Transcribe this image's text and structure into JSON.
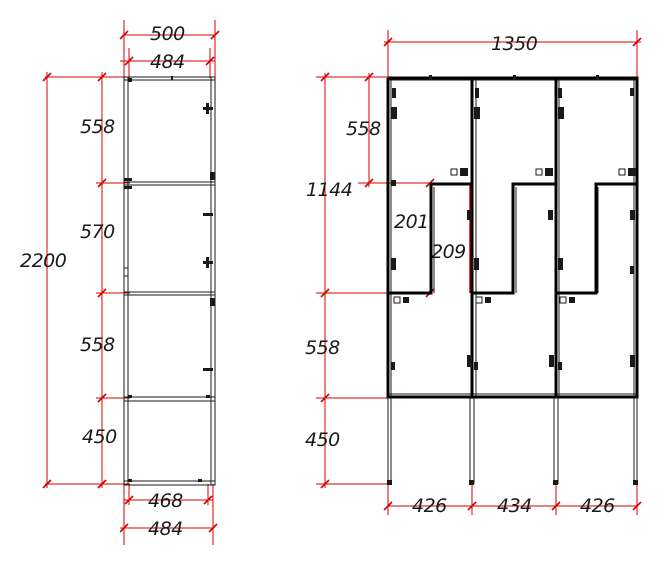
{
  "left_view": {
    "top_width_outer": "500",
    "top_width_inner": "484",
    "total_height": "2200",
    "heights": [
      "558",
      "570",
      "558",
      "450"
    ],
    "bottom_width_inner": "468",
    "bottom_width_outer": "484"
  },
  "right_view": {
    "total_width": "1350",
    "height_top": "558",
    "height_cum": "1144",
    "step_a": "201",
    "step_b": "209",
    "height_mid": "558",
    "height_legs": "450",
    "bay_widths": [
      "426",
      "434",
      "426"
    ]
  }
}
